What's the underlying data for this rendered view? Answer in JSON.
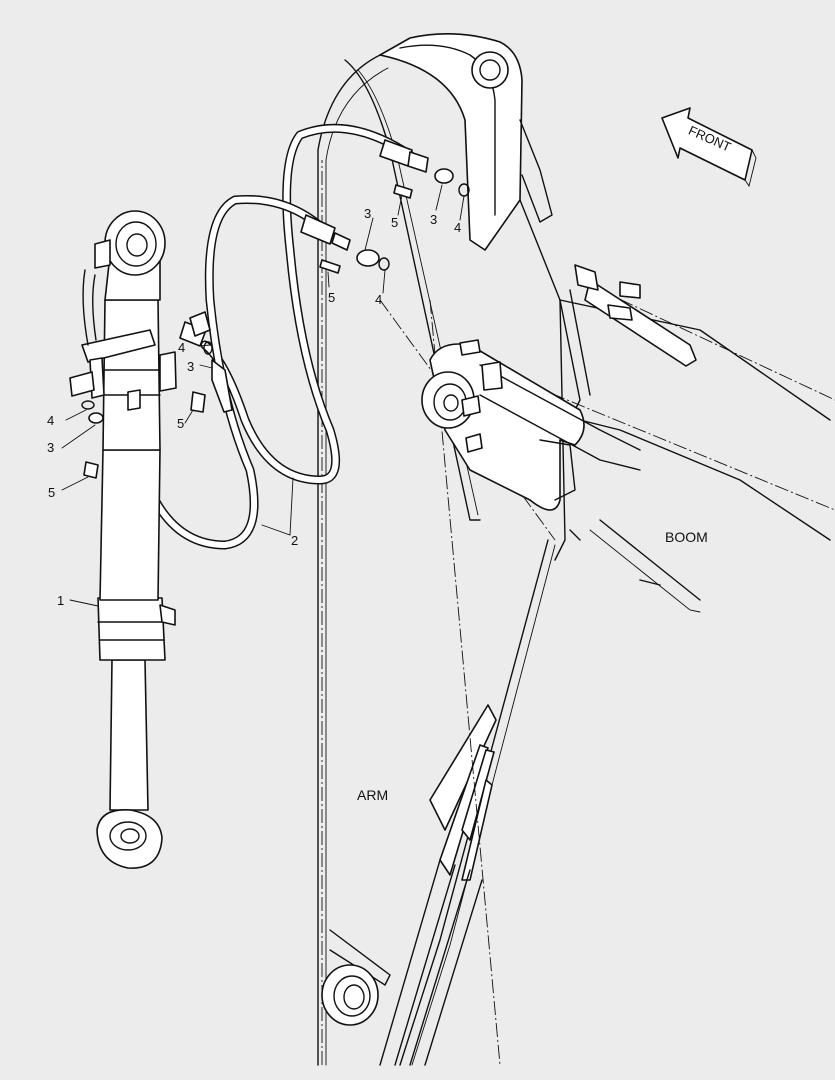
{
  "labels": {
    "front": "FRONT",
    "boom": "BOOM",
    "arm": "ARM",
    "p1": "1",
    "p2": "2",
    "p3": "3",
    "p4": "4",
    "p5": "5"
  }
}
